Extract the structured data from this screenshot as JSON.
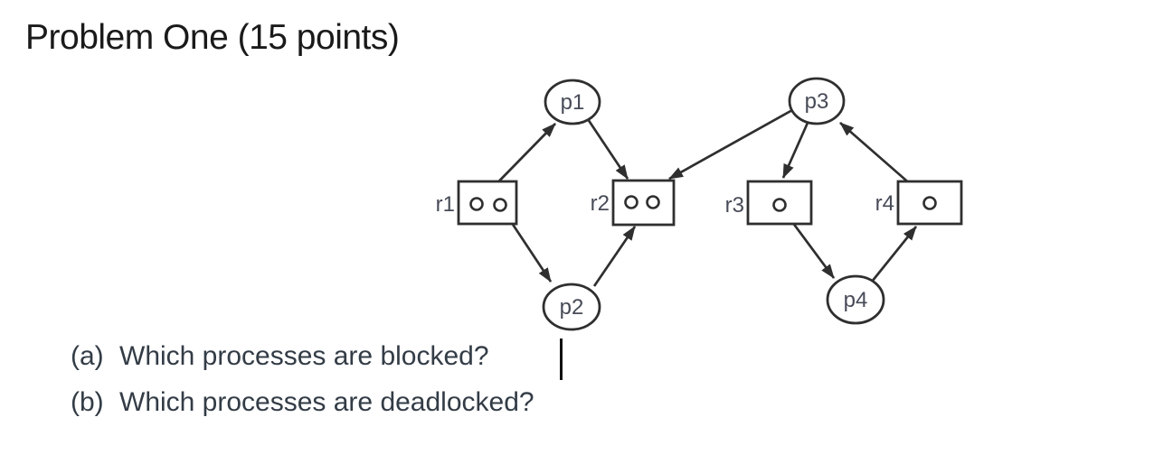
{
  "title": "Problem One (15 points)",
  "diagram": {
    "type": "resource-allocation-graph",
    "processes": [
      {
        "id": "p1",
        "label": "p1"
      },
      {
        "id": "p2",
        "label": "p2"
      },
      {
        "id": "p3",
        "label": "p3"
      },
      {
        "id": "p4",
        "label": "p4"
      }
    ],
    "resources": [
      {
        "id": "r1",
        "label": "r1",
        "units": 2
      },
      {
        "id": "r2",
        "label": "r2",
        "units": 2
      },
      {
        "id": "r3",
        "label": "r3",
        "units": 1
      },
      {
        "id": "r4",
        "label": "r4",
        "units": 1
      }
    ],
    "edges": [
      {
        "from": "r1",
        "to": "p1",
        "type": "assignment"
      },
      {
        "from": "r1",
        "to": "p2",
        "type": "assignment"
      },
      {
        "from": "p1",
        "to": "r2",
        "type": "request"
      },
      {
        "from": "p2",
        "to": "r2",
        "type": "request"
      },
      {
        "from": "p3",
        "to": "r2",
        "type": "request"
      },
      {
        "from": "p3",
        "to": "r3",
        "type": "request"
      },
      {
        "from": "r3",
        "to": "p4",
        "type": "assignment"
      },
      {
        "from": "p4",
        "to": "r4",
        "type": "request"
      },
      {
        "from": "r4",
        "to": "p3",
        "type": "assignment"
      }
    ]
  },
  "questions": [
    {
      "label": "(a)",
      "text": "Which processes are blocked?"
    },
    {
      "label": "(b)",
      "text": "Which processes are deadlocked?"
    }
  ],
  "colors": {
    "background": "#ffffff",
    "title_text": "#1a1a1a",
    "question_text": "#333c46",
    "diagram_stroke": "#2f2f2f",
    "diagram_label": "#474b57",
    "cursor": "#111111"
  }
}
